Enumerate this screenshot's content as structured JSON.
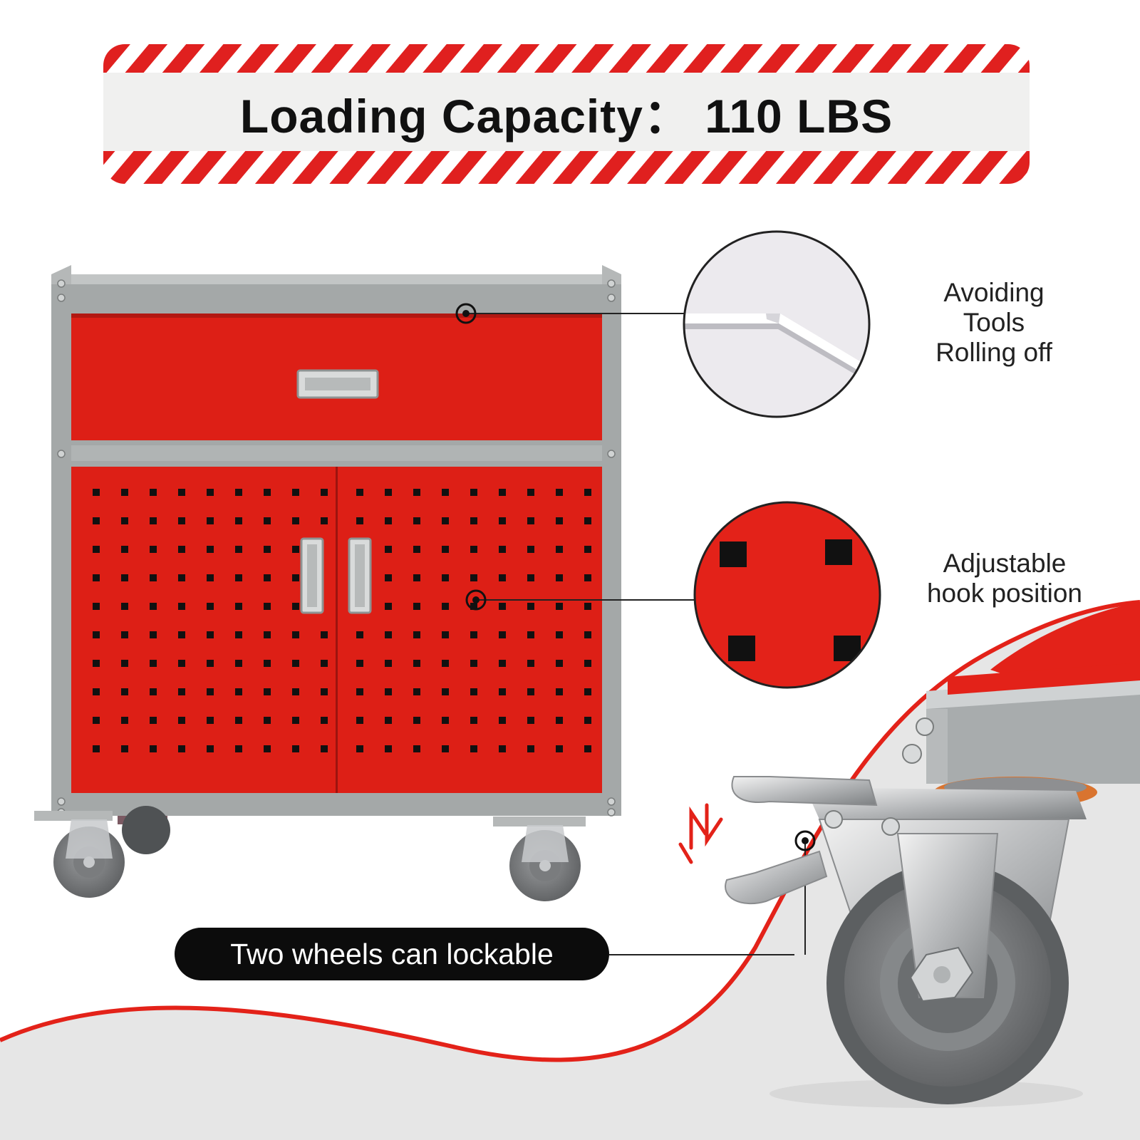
{
  "banner": {
    "text": "Loading Capacity： 110 LBS"
  },
  "features": [
    {
      "label_lines": [
        "Avoiding",
        "Tools",
        "Rolling off"
      ]
    },
    {
      "label_lines": [
        "Adjustable",
        "hook position"
      ]
    }
  ],
  "wheel_callout": {
    "text": "Two wheels can lockable"
  },
  "colors": {
    "accent_red": "#e32219",
    "panel_red": "#dd1f16",
    "frame_gray": "#a4a8a8",
    "stripe_red": "#e0201f",
    "pill_black": "#0c0c0c",
    "background": "#ffffff",
    "wave_gray": "#e6e6e6"
  }
}
